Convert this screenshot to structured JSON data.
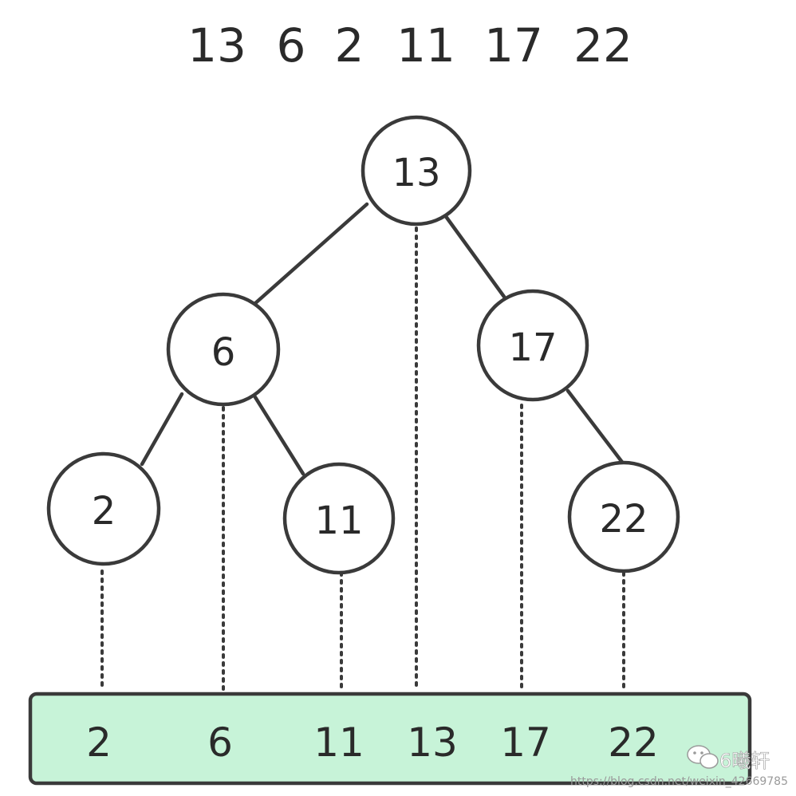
{
  "sequence": [
    "13",
    "6",
    "2",
    "11",
    "17",
    "22"
  ],
  "tree": {
    "nodes": [
      {
        "id": "n13",
        "label": "13"
      },
      {
        "id": "n6",
        "label": "6"
      },
      {
        "id": "n17",
        "label": "17"
      },
      {
        "id": "n2",
        "label": "2"
      },
      {
        "id": "n11",
        "label": "11"
      },
      {
        "id": "n22",
        "label": "22"
      }
    ],
    "edges": [
      {
        "from": "n13",
        "to": "n6"
      },
      {
        "from": "n13",
        "to": "n17"
      },
      {
        "from": "n6",
        "to": "n2"
      },
      {
        "from": "n6",
        "to": "n11"
      },
      {
        "from": "n17",
        "to": "n22"
      }
    ]
  },
  "sorted_array": [
    "2",
    "6",
    "11",
    "13",
    "17",
    "22"
  ],
  "colors": {
    "array_fill": "#c7f3d8",
    "stroke": "#3a3a3a",
    "text": "#2a2a2a"
  },
  "watermark": {
    "name": "6曦轩",
    "url": "https://blog.csdn.net/weixin_42669785"
  }
}
